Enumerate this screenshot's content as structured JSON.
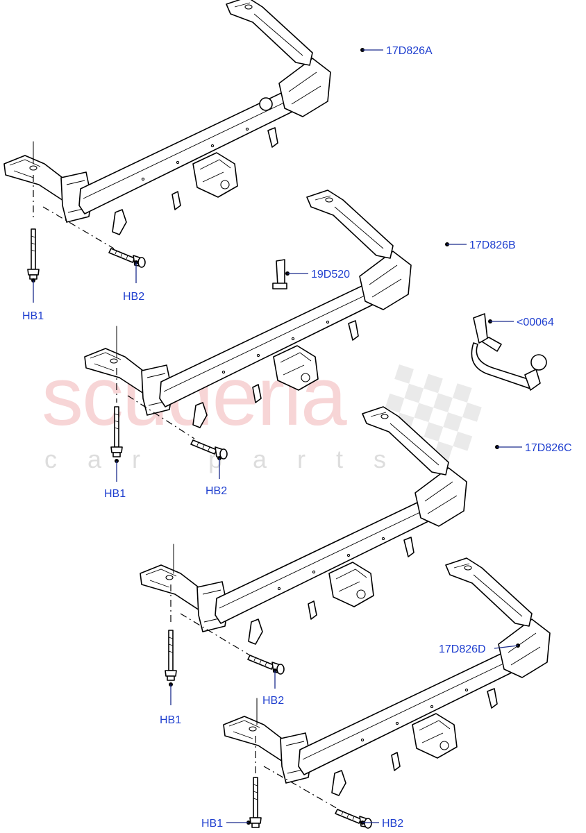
{
  "watermark": {
    "brand": "scuderia",
    "tagline": "car parts"
  },
  "callouts": {
    "tow_bar_a": "17D826A",
    "tow_bar_b": "17D826B",
    "tow_bar_c": "17D826C",
    "tow_bar_d": "17D826D",
    "electrical_connector": "19D520",
    "detachable_towball": "<00064",
    "bolt_hb1": "HB1",
    "bolt_hb2": "HB2"
  }
}
